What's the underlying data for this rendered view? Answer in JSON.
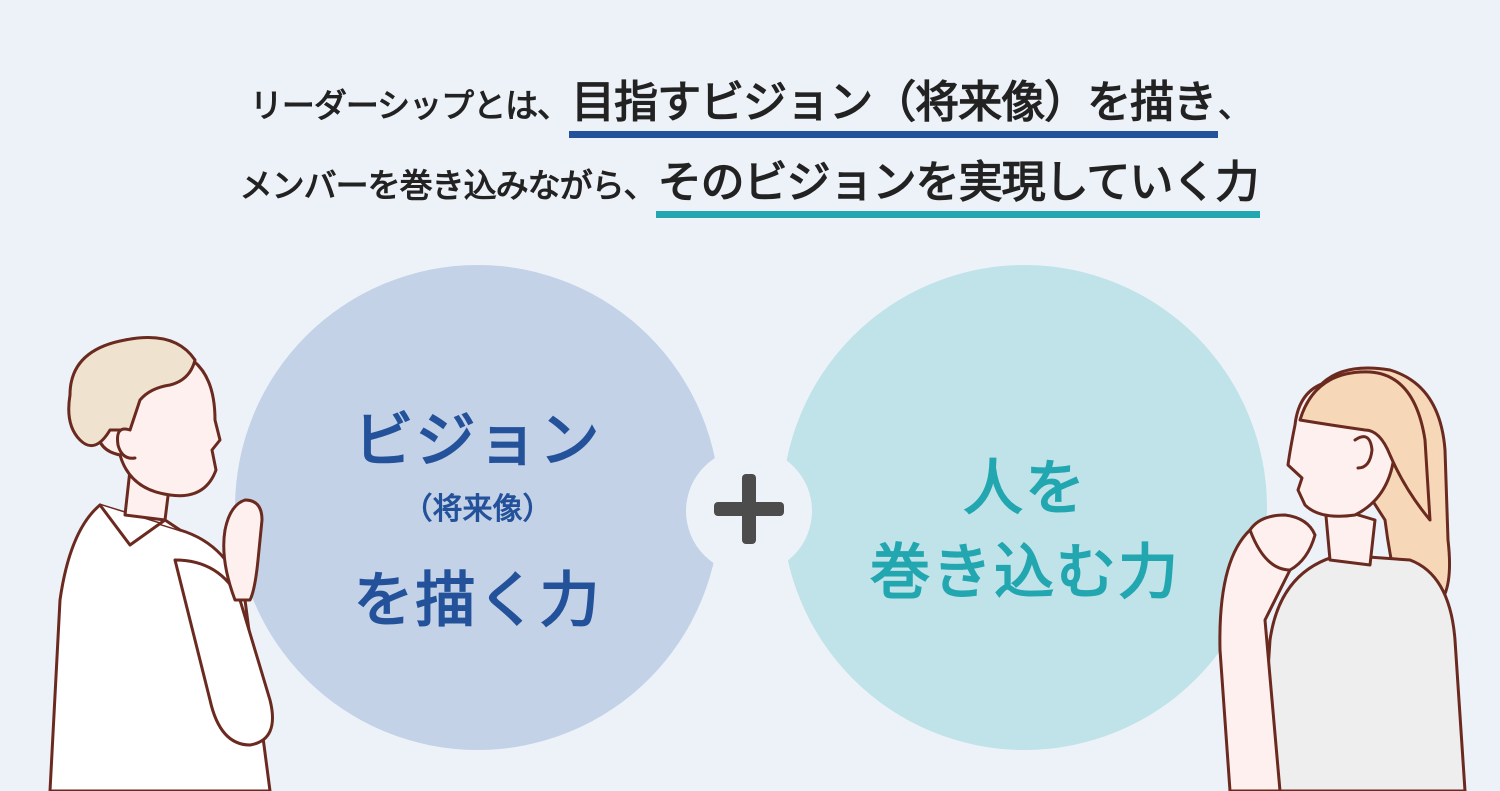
{
  "headline": {
    "line1_lead": "リーダーシップとは、",
    "line1_emphasis": "目指すビジョン（将来像）を描き",
    "line1_tail": "、",
    "line2_lead": "メンバーを巻き込みながら、",
    "line2_emphasis": "そのビジョンを実現していく力"
  },
  "vision_circle": {
    "title": "ビジョン",
    "subtitle": "（将来像）",
    "bottom": "を描く力"
  },
  "people_circle": {
    "top": "人を",
    "bottom": "巻き込む力"
  },
  "colors": {
    "background": "#edf2f9",
    "navy": "#24529a",
    "teal": "#22a6b0",
    "vision_circle": "#c3d2e7",
    "people_circle": "#bfe3e8",
    "plus": "#4c4c4c"
  }
}
